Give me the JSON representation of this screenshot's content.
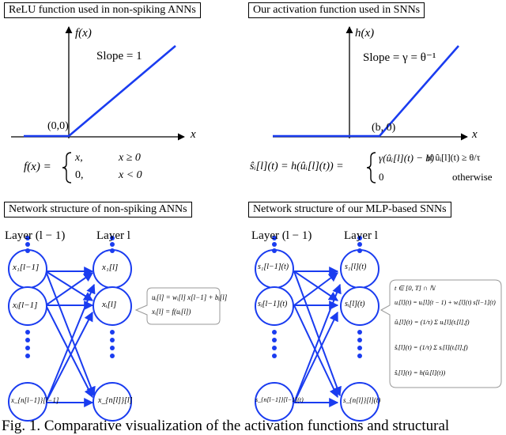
{
  "panels": {
    "relu_title": "ReLU function used in non-spiking ANNs",
    "ours_title": "Our activation function used in SNNs",
    "ann_net_title": "Network structure of non-spiking ANNs",
    "snn_net_title": "Network structure of  our MLP-based SNNs"
  },
  "relu_plot": {
    "y_axis_label": "f(x)",
    "x_axis_label": "x",
    "slope_text": "Slope = 1",
    "origin_label": "(0,0)",
    "line_color": "#1a3cf0"
  },
  "ours_plot": {
    "y_axis_label": "h(x)",
    "x_axis_label": "x",
    "slope_text": "Slope = γ = θ⁻¹",
    "threshold_label": "(b, 0)",
    "line_color": "#1a3cf0"
  },
  "formulas": {
    "relu_lhs": "f(x) =",
    "relu_case1_val": "x,",
    "relu_case1_cond": "x ≥ 0",
    "relu_case2_val": "0,",
    "relu_case2_cond": "x < 0",
    "ours_lhs": "ŝᵢ[l](t) = h(ûᵢ[l](t)) =",
    "ours_case1_val": "γ(ûᵢ[l](t) − b)",
    "ours_case1_cond": "if  ûᵢ[l](t) ≥ θ/τ",
    "ours_case2_val": "0",
    "ours_case2_cond": "otherwise"
  },
  "ann_network": {
    "layer_prev_label": "Layer (l − 1)",
    "layer_curr_label": "Layer l",
    "prev_nodes": [
      "x₁[l−1]",
      "xⱼ[l−1]",
      "x_{n[l−1]}[l−1]"
    ],
    "curr_nodes": [
      "x₁[l]",
      "xᵢ[l]",
      "x_{n[l]}[l]"
    ],
    "equations": [
      "uᵢ[l] = wᵢ[l] x[l−1] + bᵢ[l]",
      "xᵢ[l] = f(uᵢ[l])"
    ],
    "node_color": "#1a3cf0"
  },
  "snn_network": {
    "layer_prev_label": "Layer (l − 1)",
    "layer_curr_label": "Layer l",
    "prev_nodes": [
      "s₁[l−1](t)",
      "sⱼ[l−1](t)",
      "s_{n[l−1]}[l−1](t)"
    ],
    "curr_nodes": [
      "s₁[l](t)",
      "sᵢ[l](t)",
      "s_{n[l]}[l](t)"
    ],
    "equations": [
      "t ∈ [0, T] ∩ ℕ",
      "uᵢ[l](t) = uᵢ[l](t − 1) + wᵢ[l](t) s[l−1](t)",
      "ûᵢ[l](t) = (1/τ) Σ uᵢ[l](tᵢ[l],f)",
      "ŝᵢ[l](t) = (1/τ) Σ sᵢ[l](tᵢ[l],f)",
      "ŝᵢ[l](t) = h(ûᵢ[l](t))"
    ],
    "node_color": "#1a3cf0"
  },
  "caption": "Fig. 1.  Comparative visualization of the activation functions and structural"
}
